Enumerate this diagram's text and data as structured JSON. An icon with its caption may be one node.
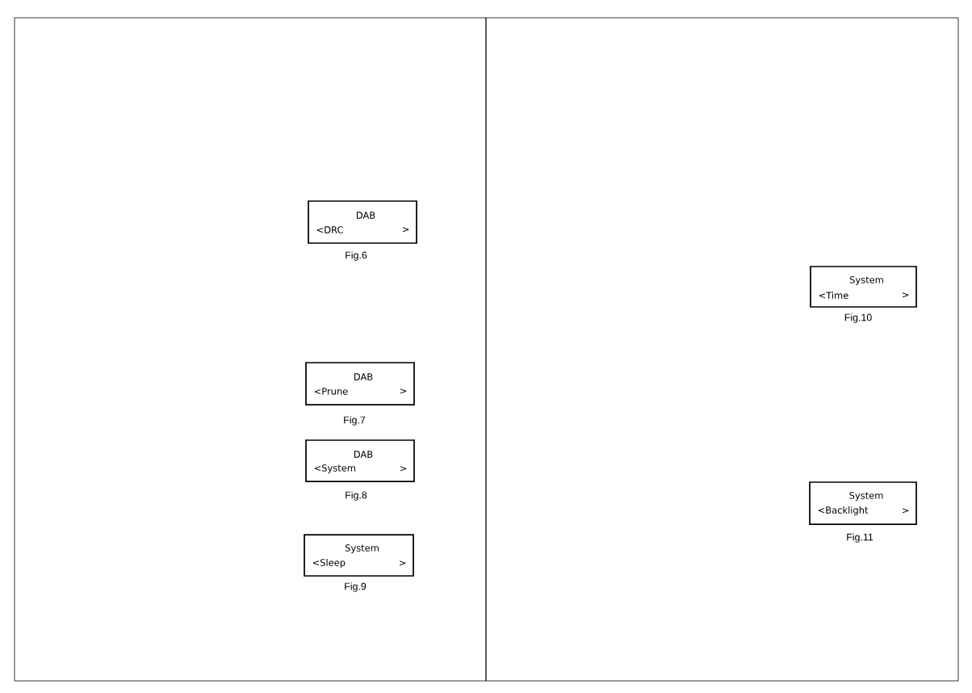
{
  "diagram": {
    "nodes": [
      {
        "text": [
          "DAB",
          "<DRC",
          ">"
        ],
        "beside": [
          "Fig.6"
        ]
      },
      {
        "text": [
          "DAB",
          "<Prune",
          ">"
        ],
        "beside": [
          "Fig.7"
        ]
      },
      {
        "text": [
          "DAB",
          "<System",
          ">"
        ],
        "beside": [
          "Fig.8"
        ]
      },
      {
        "text": [
          "System",
          "<Sleep",
          ">"
        ],
        "beside": [
          "Fig.9"
        ]
      },
      {
        "text": [
          "System",
          "<Time",
          ">"
        ],
        "beside": [
          "Fig.10"
        ]
      },
      {
        "text": [
          "System",
          "<Backlight",
          ">"
        ],
        "beside": [
          "Fig.11"
        ]
      }
    ]
  }
}
